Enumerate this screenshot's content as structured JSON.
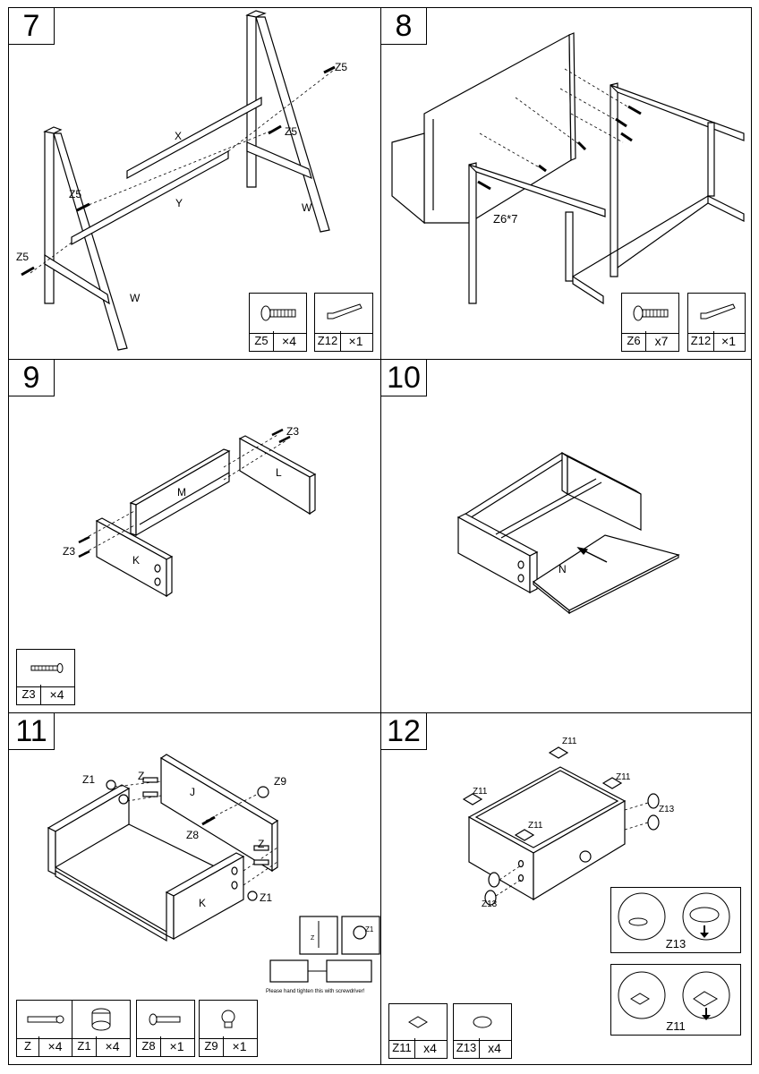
{
  "steps": [
    {
      "number": "7",
      "labels": {
        "x": "X",
        "y": "Y",
        "w1": "W",
        "w2": "W",
        "z5a": "Z5",
        "z5b": "Z5",
        "z5c": "Z5",
        "z5d": "Z5"
      },
      "parts": [
        {
          "code": "Z5",
          "qty": "×4",
          "icon": "bolt-icon"
        },
        {
          "code": "Z12",
          "qty": "×1",
          "icon": "allen-key-icon"
        }
      ]
    },
    {
      "number": "8",
      "labels": {
        "z6": "Z6*7"
      },
      "parts": [
        {
          "code": "Z6",
          "qty": "x7",
          "icon": "bolt-icon"
        },
        {
          "code": "Z12",
          "qty": "×1",
          "icon": "allen-key-icon"
        }
      ]
    },
    {
      "number": "9",
      "labels": {
        "m": "M",
        "l": "L",
        "k": "K",
        "z3a": "Z3",
        "z3b": "Z3"
      },
      "parts": [
        {
          "code": "Z3",
          "qty": "×4",
          "icon": "screw-icon"
        }
      ]
    },
    {
      "number": "10",
      "labels": {
        "n": "N"
      }
    },
    {
      "number": "11",
      "labels": {
        "j": "J",
        "k": "K",
        "z1a": "Z1",
        "z1b": "Z1",
        "za": "Z",
        "zb": "Z",
        "z8": "Z8",
        "z9": "Z9",
        "z1c": "Z1",
        "zc": "Z"
      },
      "note": "Please hand tighten this with screwdriver!",
      "parts": [
        {
          "code": "Z",
          "qty": "×4",
          "icon": "cam-bolt-icon"
        },
        {
          "code": "Z1",
          "qty": "×4",
          "icon": "cam-lock-icon"
        },
        {
          "code": "Z8",
          "qty": "×1",
          "icon": "bolt-icon"
        },
        {
          "code": "Z9",
          "qty": "×1",
          "icon": "knob-icon"
        }
      ]
    },
    {
      "number": "12",
      "labels": {
        "z11a": "Z11",
        "z11b": "Z11",
        "z11c": "Z11",
        "z11d": "Z11",
        "z13a": "Z13",
        "z13b": "Z13"
      },
      "instructions": [
        {
          "caption": "Z13"
        },
        {
          "caption": "Z11"
        }
      ],
      "parts": [
        {
          "code": "Z11",
          "qty": "x4",
          "icon": "felt-pad-icon"
        },
        {
          "code": "Z13",
          "qty": "x4",
          "icon": "bumper-icon"
        }
      ]
    }
  ]
}
